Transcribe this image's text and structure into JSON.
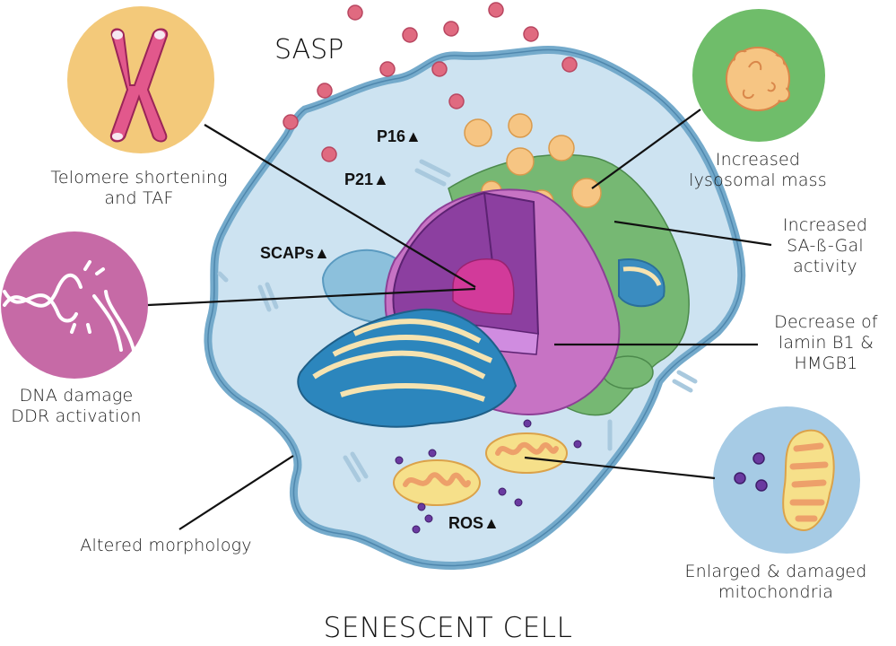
{
  "title": "SENESCENT CELL",
  "sasp_label": "SASP",
  "markers": [
    {
      "text": "P16▲"
    },
    {
      "text": "P21▲"
    },
    {
      "text": "SCAPs▲"
    },
    {
      "text": "ROS▲"
    }
  ],
  "callouts": {
    "telomere": {
      "line1": "Telomere shortening",
      "line2": "and TAF"
    },
    "dna": {
      "line1": "DNA damage",
      "line2": "DDR activation"
    },
    "morphology": {
      "line1": "Altered morphology"
    },
    "lysosome": {
      "line1": "Increased",
      "line2": "lysosomal mass"
    },
    "sagal": {
      "line1": "Increased",
      "line2": "SA-ß-Gal",
      "line3": "activity"
    },
    "lamin": {
      "line1": "Decrease of",
      "line2": "lamin B1 &",
      "line3": "HMGB1"
    },
    "mito": {
      "line1": "Enlarged & damaged",
      "line2": "mitochondria"
    }
  },
  "colors": {
    "telomere_circle": "#f3c97a",
    "lysosome_circle": "#6fbd6a",
    "dna_circle": "#c66aa6",
    "mito_circle": "#a6cbe5",
    "cytoplasm": "#cde3f1",
    "membrane": "#74aacb",
    "sasp_dot": "#e06a80",
    "nucleus": "#b45cc0",
    "er": "#2c86bd"
  }
}
